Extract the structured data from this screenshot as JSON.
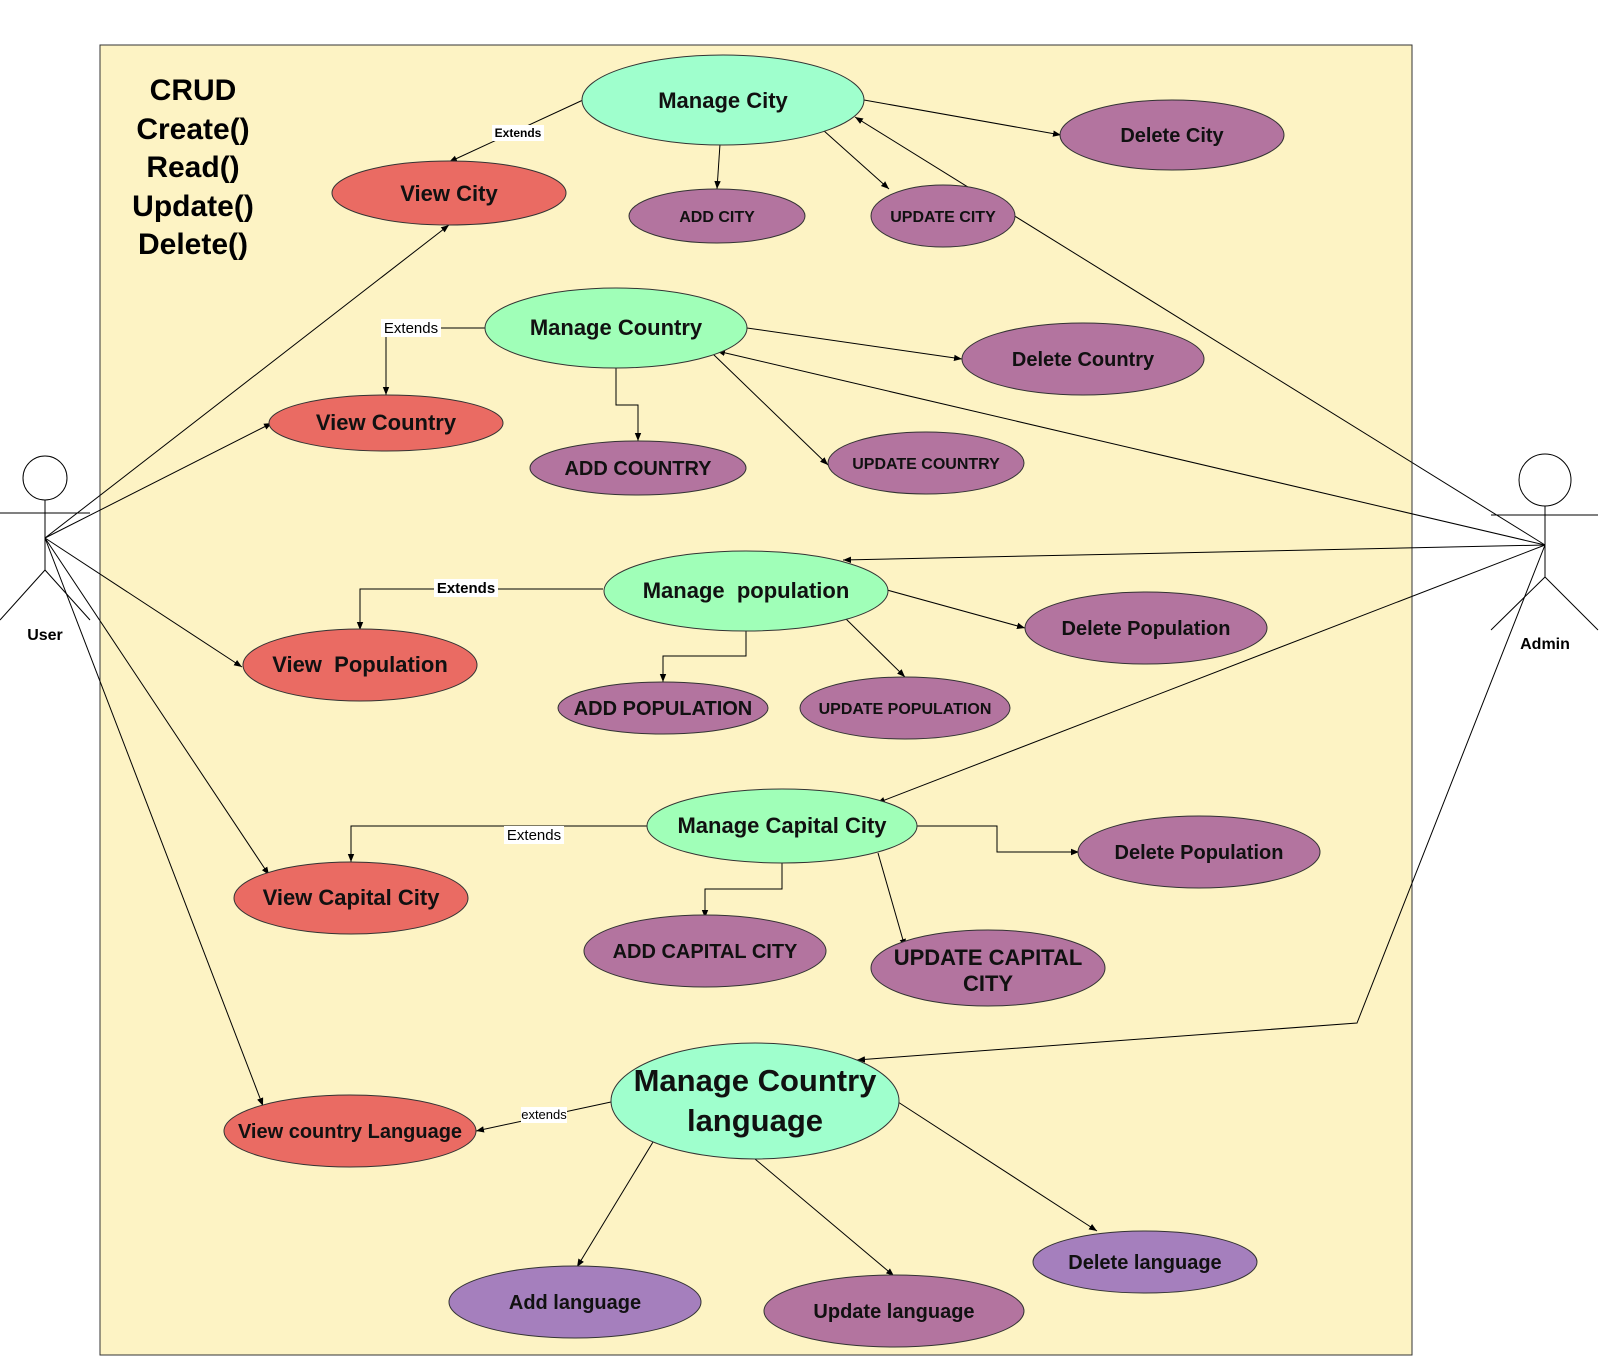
{
  "system_note": [
    "CRUD",
    "Create()",
    "Read()",
    "Update()",
    "Delete()"
  ],
  "actors": {
    "user": "User",
    "admin": "Admin"
  },
  "use_cases": {
    "manage_city": "Manage City",
    "view_city": "View City",
    "add_city": "ADD CITY",
    "update_city": "UPDATE CITY",
    "delete_city": "Delete City",
    "manage_country": "Manage Country",
    "view_country": "View Country",
    "add_country": "ADD COUNTRY",
    "update_country": "UPDATE COUNTRY",
    "delete_country": "Delete Country",
    "manage_population": "Manage  population",
    "view_population": "View  Population",
    "add_population": "ADD POPULATION",
    "update_population": "UPDATE POPULATION",
    "delete_population": "Delete Population",
    "manage_capital_city": "Manage Capital City",
    "view_capital_city": "View Capital City",
    "add_capital_city": "ADD CAPITAL CITY",
    "update_capital_city": [
      "UPDATE CAPITAL",
      "CITY"
    ],
    "delete_capital_population": "Delete Population",
    "manage_country_language": [
      "Manage Country",
      "language"
    ],
    "view_country_language": "View country Language",
    "add_language": "Add language",
    "update_language": "Update language",
    "delete_language": "Delete language"
  },
  "edge_labels": {
    "city_extends": "Extends",
    "country_extends": "Extends",
    "population_extends": "Extends",
    "capital_extends": "Extends",
    "language_extends": "extends"
  },
  "colors": {
    "system_boundary": "#fdf3c4",
    "manage": "#9fffcd",
    "view": "#ea6b63",
    "crud_item": "#b3749f",
    "language_item": "#a57fbd"
  }
}
